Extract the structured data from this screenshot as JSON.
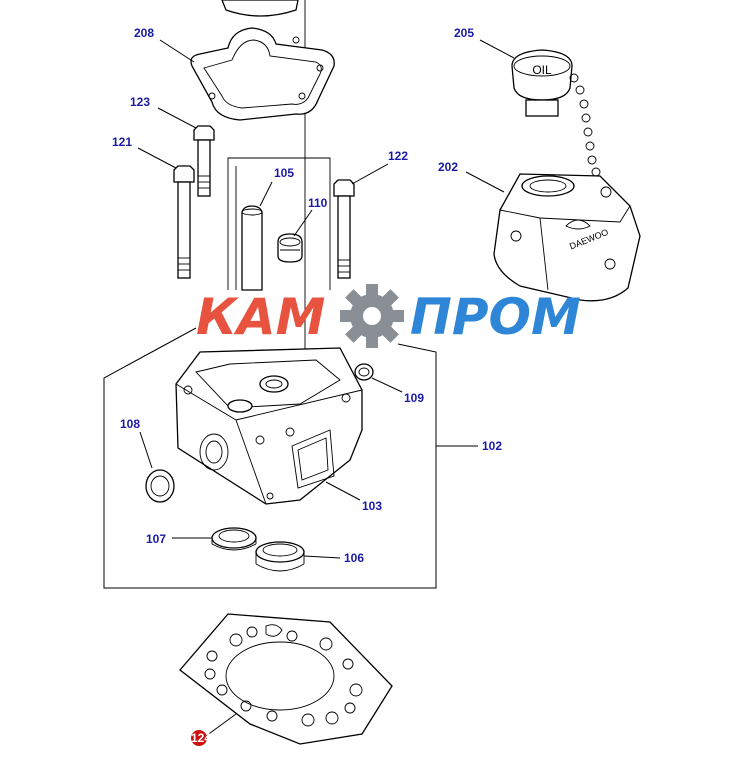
{
  "colors": {
    "label": "#1a1aa6",
    "highlight_badge": "#cc1111",
    "logo_left": "#e8533f",
    "logo_right": "#2f86d6",
    "logo_gear": "#8a8f96"
  },
  "watermark": {
    "left": "КАМ",
    "right": "ПРОМ"
  },
  "cap_text": "OIL",
  "brand_mark": "DAEWOO",
  "callouts": {
    "c208": "208",
    "c205": "205",
    "c123": "123",
    "c121": "121",
    "c122": "122",
    "c105": "105",
    "c110": "110",
    "c202": "202",
    "c109": "109",
    "c108": "108",
    "c102": "102",
    "c103": "103",
    "c107": "107",
    "c106": "106",
    "c124": "124"
  }
}
